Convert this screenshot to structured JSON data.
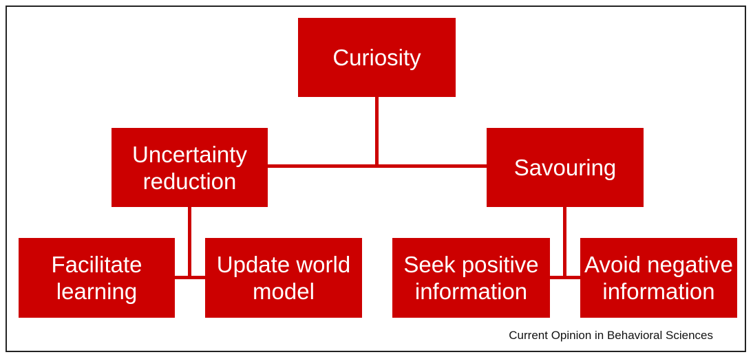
{
  "colors": {
    "node_fill": "#cc0000",
    "connector": "#cc0000",
    "text": "#ffffff",
    "border": "#222222"
  },
  "nodes": {
    "curiosity": "Curiosity",
    "uncertainty_reduction": "Uncertainty\nreduction",
    "savouring": "Savouring",
    "facilitate_learning": "Facilitate\nlearning",
    "update_world_model": "Update world\nmodel",
    "seek_positive": "Seek positive\ninformation",
    "avoid_negative": "Avoid negative\ninformation"
  },
  "credit": "Current Opinion in Behavioral Sciences"
}
